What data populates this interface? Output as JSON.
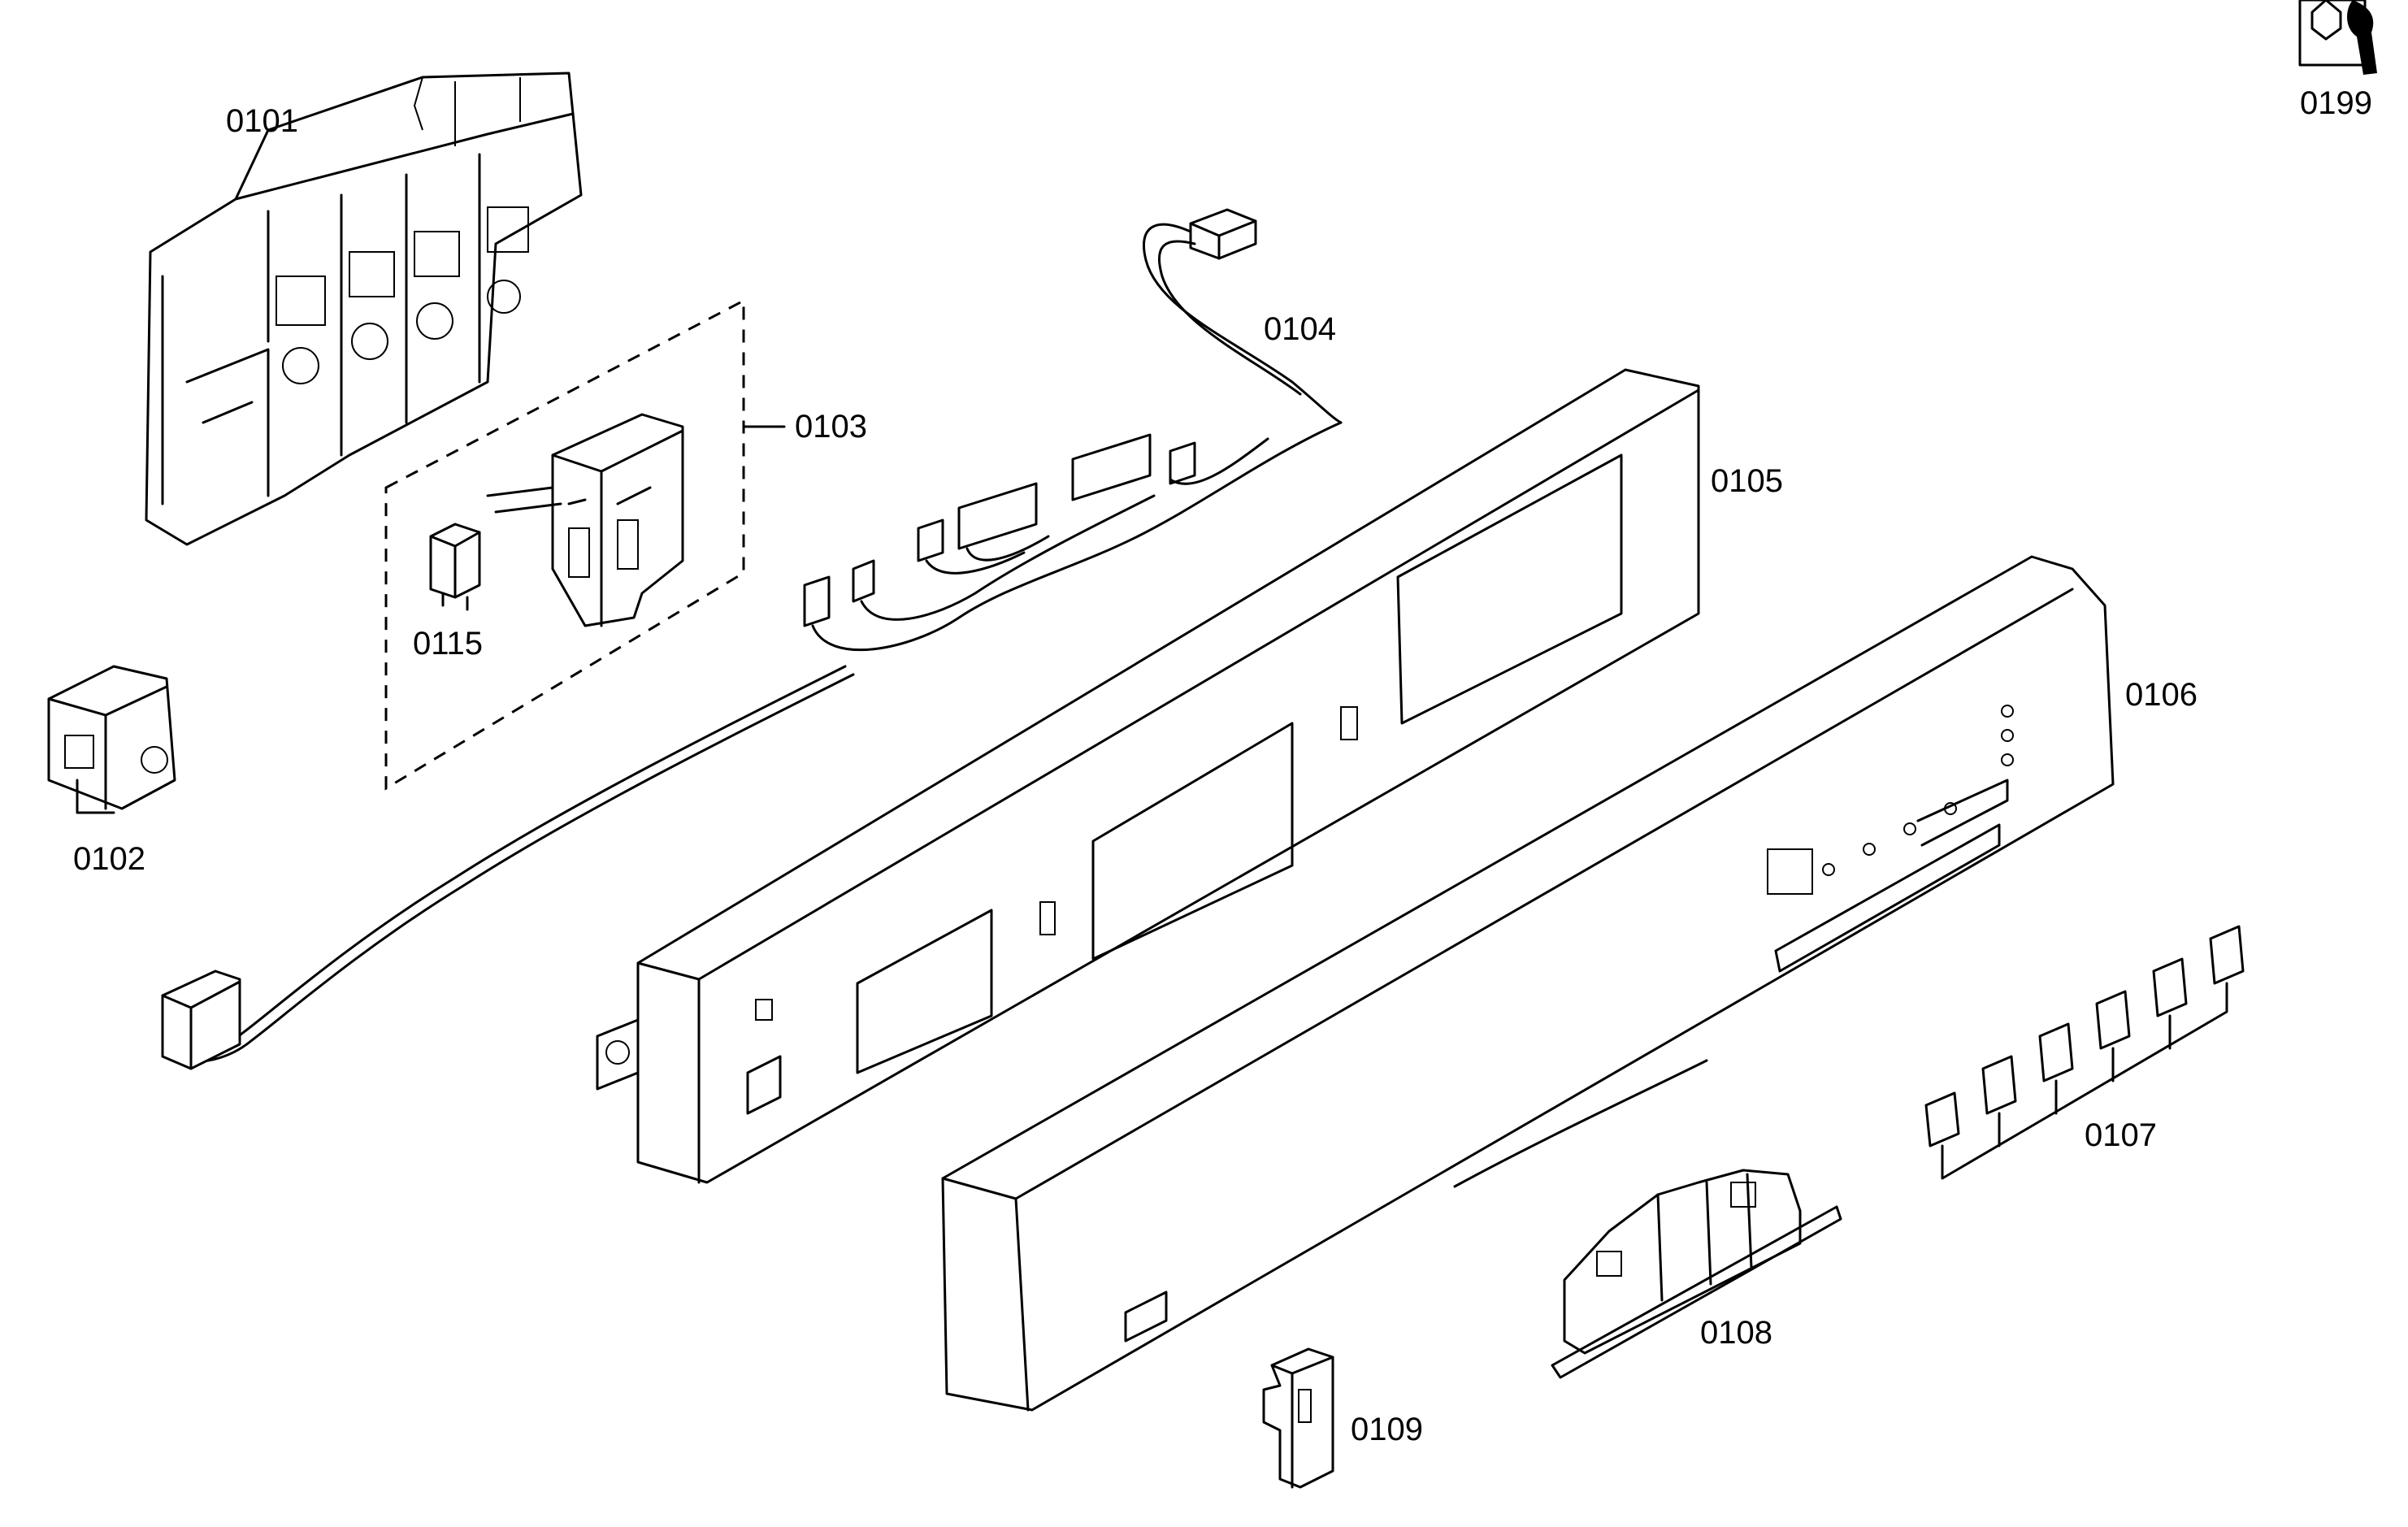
{
  "labels": {
    "p0101": "0101",
    "p0102": "0102",
    "p0103": "0103",
    "p0104": "0104",
    "p0105": "0105",
    "p0106": "0106",
    "p0107": "0107",
    "p0108": "0108",
    "p0109": "0109",
    "p0115": "0115",
    "p0199": "0199"
  },
  "colors": {
    "line": "#000000",
    "background": "#ffffff"
  },
  "icons": {
    "p0199": "wrench-icon"
  }
}
